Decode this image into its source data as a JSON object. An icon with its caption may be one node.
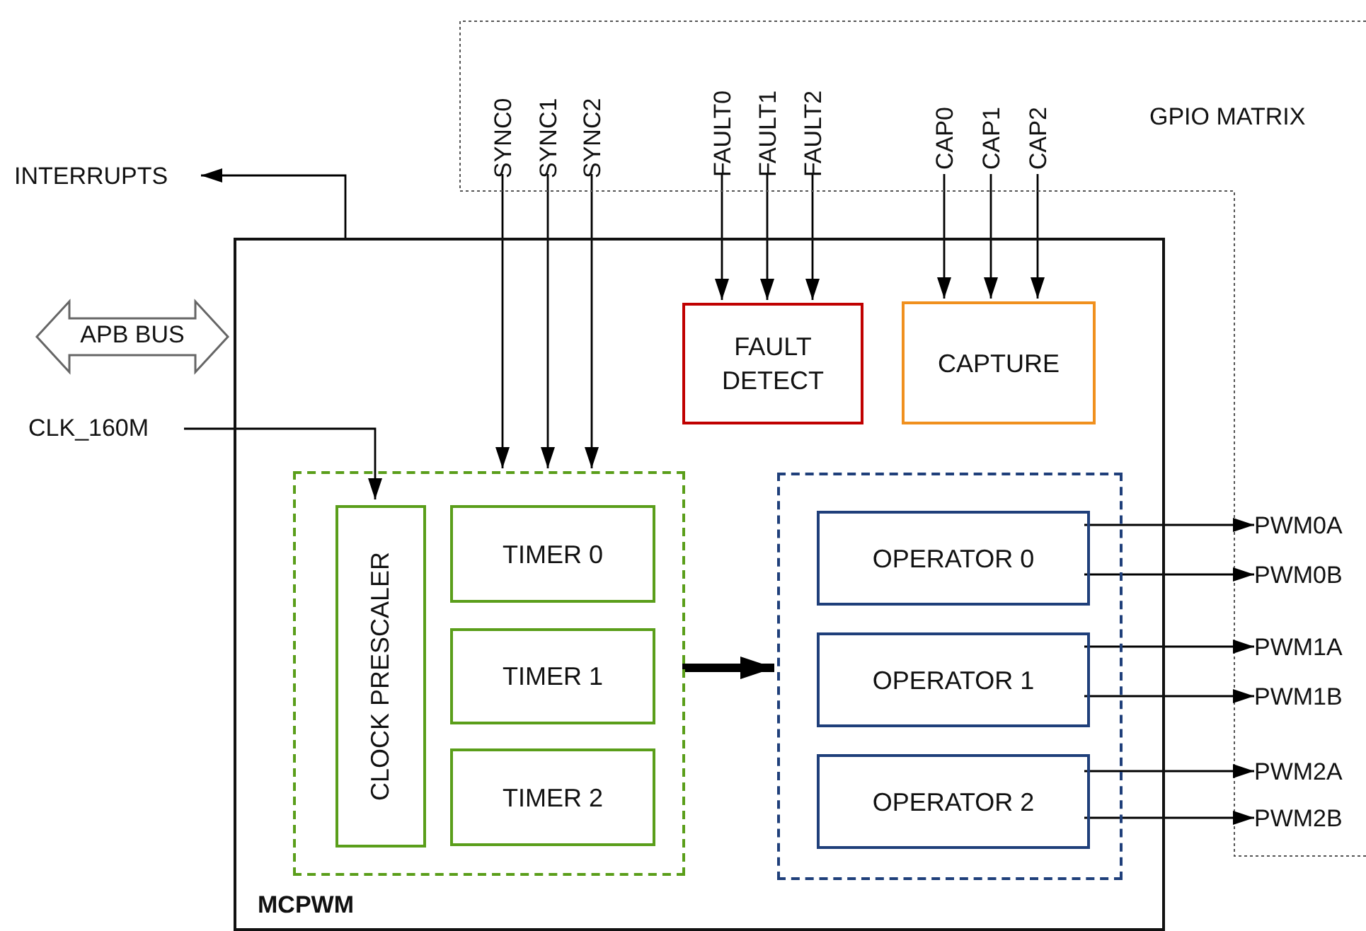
{
  "diagram": {
    "nodes": [
      {
        "text": [
          "GPIO MATRIX"
        ]
      },
      {
        "text": [
          "SYNC0"
        ],
        "in": 0
      },
      {
        "text": [
          "SYNC1"
        ],
        "in": 0
      },
      {
        "text": [
          "SYNC2"
        ],
        "in": 0
      },
      {
        "text": [
          "FAULT0"
        ],
        "in": 0
      },
      {
        "text": [
          "FAULT1"
        ],
        "in": 0
      },
      {
        "text": [
          "FAULT2"
        ],
        "in": 0
      },
      {
        "text": [
          "CAP0"
        ],
        "in": 0
      },
      {
        "text": [
          "CAP1"
        ],
        "in": 0
      },
      {
        "text": [
          "CAP2"
        ],
        "in": 0
      },
      {
        "text": [
          "INTERRUPTS"
        ]
      },
      {
        "text": [
          "APB BUS"
        ]
      },
      {
        "text": [
          "CLK_160M"
        ]
      },
      {
        "text": [
          "MCPWM"
        ]
      },
      {
        "text": [
          "FAULT DETECT"
        ],
        "in": 13
      },
      {
        "text": [
          "CAPTURE"
        ],
        "in": 13
      },
      {
        "text": [],
        "shape": "box",
        "in": 13
      },
      {
        "text": [
          "CLOCK PRESCALER"
        ],
        "in": 16
      },
      {
        "text": [
          "TIMER 0"
        ],
        "in": 16
      },
      {
        "text": [
          "TIMER 1"
        ],
        "in": 16
      },
      {
        "text": [
          "TIMER 2"
        ],
        "in": 16
      },
      {
        "text": [],
        "shape": "box",
        "in": 13
      },
      {
        "text": [
          "OPERATOR 0"
        ],
        "in": 21
      },
      {
        "text": [
          "OPERATOR 1"
        ],
        "in": 21
      },
      {
        "text": [
          "OPERATOR 2"
        ],
        "in": 21
      },
      {
        "text": [
          "PWM0A"
        ]
      },
      {
        "text": [
          "PWM0B"
        ]
      },
      {
        "text": [
          "PWM1A"
        ]
      },
      {
        "text": [
          "PWM1B"
        ]
      },
      {
        "text": [
          "PWM2A"
        ]
      },
      {
        "text": [
          "PWM2B"
        ]
      }
    ],
    "edges": [
      {
        "from": 13,
        "to": 10,
        "arrow": "to"
      },
      {
        "from": 12,
        "to": 17,
        "arrow": "to"
      },
      {
        "from": 1,
        "to": 16,
        "arrow": "to"
      },
      {
        "from": 2,
        "to": 16,
        "arrow": "to"
      },
      {
        "from": 3,
        "to": 16,
        "arrow": "to"
      },
      {
        "from": 4,
        "to": 14,
        "arrow": "to"
      },
      {
        "from": 5,
        "to": 14,
        "arrow": "to"
      },
      {
        "from": 6,
        "to": 14,
        "arrow": "to"
      },
      {
        "from": 7,
        "to": 15,
        "arrow": "to"
      },
      {
        "from": 8,
        "to": 15,
        "arrow": "to"
      },
      {
        "from": 9,
        "to": 15,
        "arrow": "to"
      },
      {
        "from": 16,
        "to": 21,
        "arrow": "to",
        "style": "thick"
      },
      {
        "from": 22,
        "to": 25,
        "arrow": "to"
      },
      {
        "from": 22,
        "to": 26,
        "arrow": "to"
      },
      {
        "from": 23,
        "to": 27,
        "arrow": "to"
      },
      {
        "from": 23,
        "to": 28,
        "arrow": "to"
      },
      {
        "from": 24,
        "to": 29,
        "arrow": "to"
      },
      {
        "from": 24,
        "to": 30,
        "arrow": "to"
      }
    ]
  }
}
